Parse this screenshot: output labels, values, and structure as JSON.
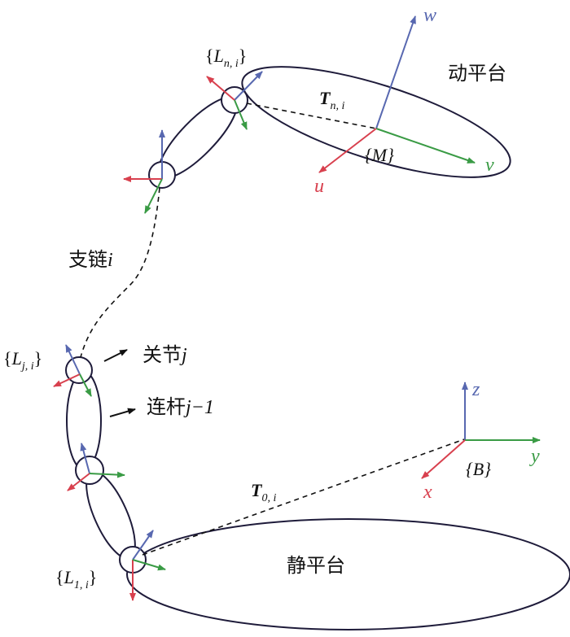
{
  "colors": {
    "x_axis": "#d8404e",
    "y_axis": "#3a9b45",
    "z_axis": "#5868b0",
    "outline": "#1e1b3a"
  },
  "labels": {
    "moving_platform": "动平台",
    "static_platform": "静平台",
    "branch_chain": "支链",
    "branch_chain_index": "i",
    "joint": "关节",
    "joint_index": "j",
    "link": "连杆",
    "link_index": "j−1",
    "frame_Ln": {
      "open": "{",
      "main": "L",
      "sub": "n, i",
      "close": "}"
    },
    "frame_Lj": {
      "open": "{",
      "main": "L",
      "sub": "j, i",
      "close": "}"
    },
    "frame_L1": {
      "open": "{",
      "main": "L",
      "sub": "1, i",
      "close": "}"
    },
    "frame_M": "{M}",
    "frame_B": "{B}",
    "T_n": {
      "main": "T",
      "sub": "n, i"
    },
    "T_0": {
      "main": "T",
      "sub": "0, i"
    },
    "axis_u": "u",
    "axis_v": "v",
    "axis_w": "w",
    "axis_x": "x",
    "axis_y": "y",
    "axis_z": "z"
  }
}
